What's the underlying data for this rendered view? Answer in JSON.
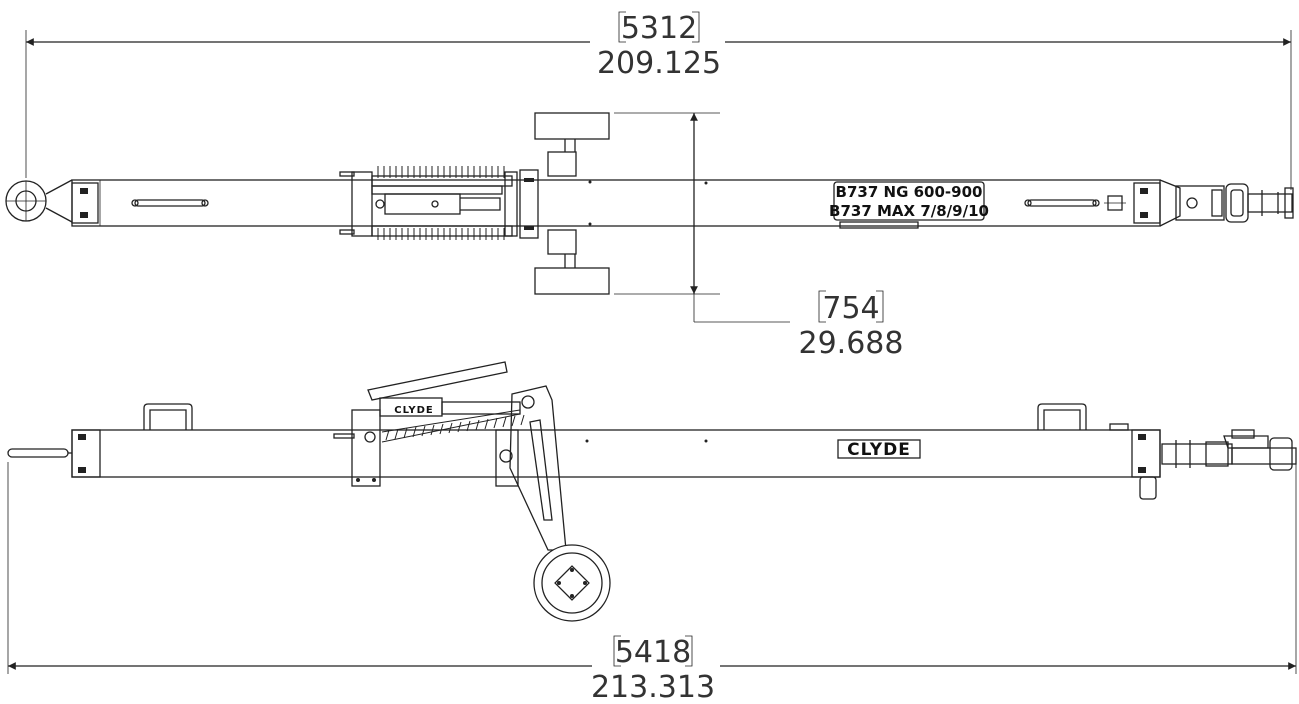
{
  "drawing": {
    "colors": {
      "line": "#222222",
      "background": "#ffffff"
    },
    "dimensions": {
      "top_overall": {
        "metric": "5312",
        "imperial": "209.125"
      },
      "wheel_track": {
        "metric": "754",
        "imperial": "29.688"
      },
      "side_overall": {
        "metric": "5418",
        "imperial": "213.313"
      }
    },
    "plate_label": {
      "line1": "B737 NG 600-900",
      "line2": "B737 MAX 7/8/9/10"
    },
    "brand": "CLYDE"
  }
}
